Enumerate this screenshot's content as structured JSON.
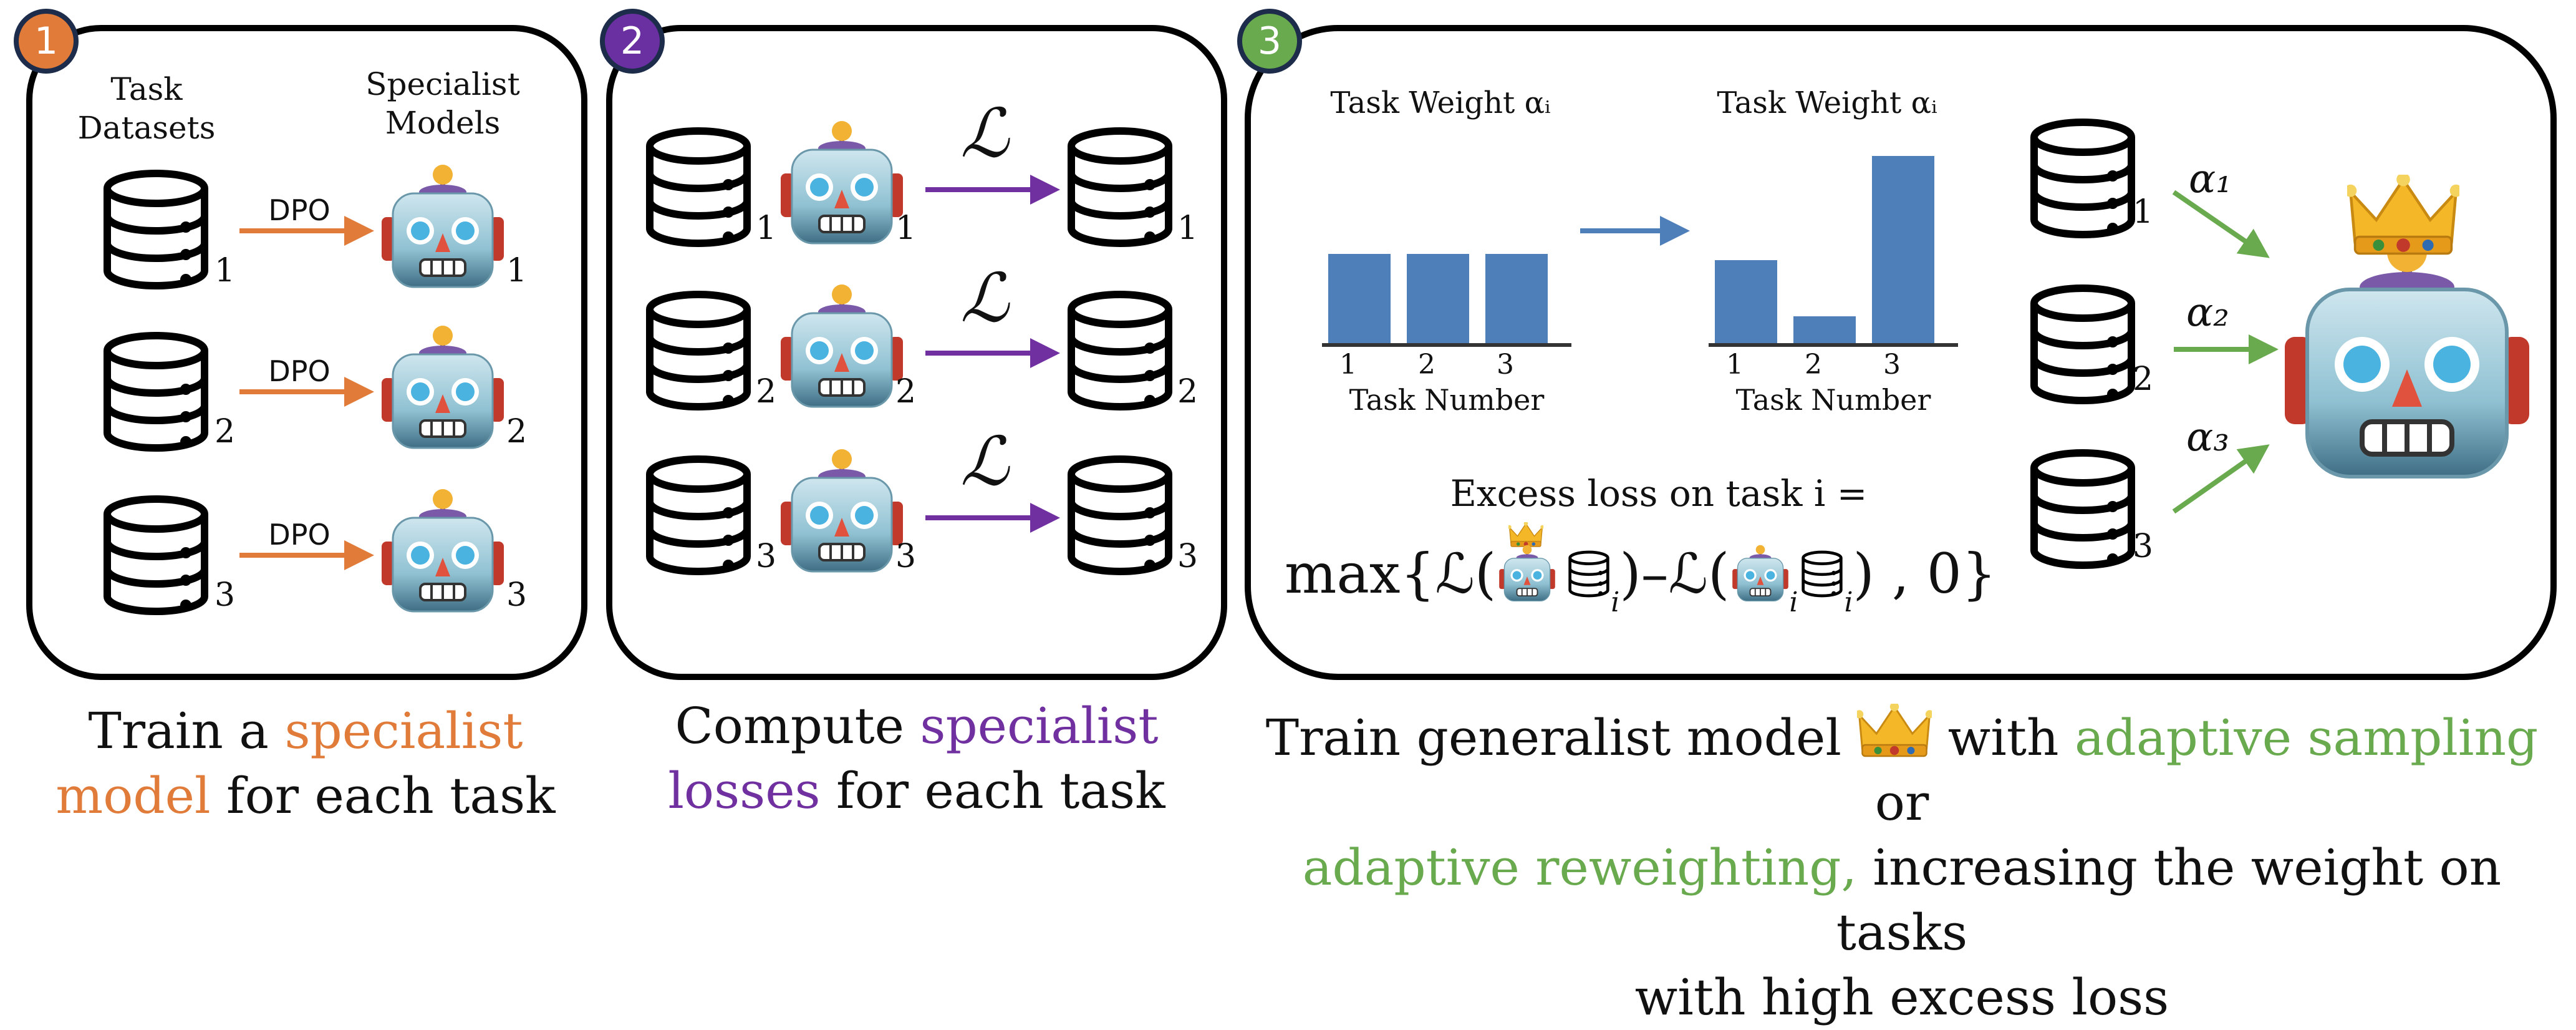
{
  "panels": [
    {
      "badge": "1",
      "badge_color": "#e07b39"
    },
    {
      "badge": "2",
      "badge_color": "#6a2fa0"
    },
    {
      "badge": "3",
      "badge_color": "#6aaa4f"
    }
  ],
  "panel1": {
    "col_left_title": "Task\nDatasets",
    "col_right_title": "Specialist\nModels",
    "arrow_label": "DPO",
    "rows": [
      {
        "db_sub": "1",
        "model_sub": "1"
      },
      {
        "db_sub": "2",
        "model_sub": "2"
      },
      {
        "db_sub": "3",
        "model_sub": "3"
      }
    ]
  },
  "panel2": {
    "loss_symbol": "ℒ",
    "rows": [
      {
        "db_sub": "1",
        "model_sub": "1",
        "out_sub": "1"
      },
      {
        "db_sub": "2",
        "model_sub": "2",
        "out_sub": "2"
      },
      {
        "db_sub": "3",
        "model_sub": "3",
        "out_sub": "3"
      }
    ]
  },
  "panel3": {
    "formula_title": "Excess loss on task i =",
    "formula_prefix": "max{ℒ(",
    "formula_mid": ")–ℒ(",
    "formula_suffix": ") , 0}",
    "formula_sub": "i",
    "weights": [
      {
        "symbol": "α₁",
        "db_sub": "1"
      },
      {
        "symbol": "α₂",
        "db_sub": "2"
      },
      {
        "symbol": "α₃",
        "db_sub": "3"
      }
    ]
  },
  "chart_data": [
    {
      "type": "bar",
      "title": "Task Weight αᵢ",
      "xlabel": "Task Number",
      "categories": [
        "1",
        "2",
        "3"
      ],
      "values": [
        1,
        1,
        1
      ],
      "ylim": [
        0,
        2.1
      ],
      "color": "#4f7fb8"
    },
    {
      "type": "bar",
      "title": "Task Weight αᵢ",
      "xlabel": "Task Number",
      "categories": [
        "1",
        "2",
        "3"
      ],
      "values": [
        0.93,
        0.3,
        2.1
      ],
      "ylim": [
        0,
        2.1
      ],
      "color": "#4f7fb8"
    }
  ],
  "captions": {
    "c1": {
      "a": "Train a ",
      "b": "specialist",
      "c": "model",
      "d": " for each task"
    },
    "c2": {
      "a": "Compute ",
      "b": "specialist",
      "c": "losses",
      "d": " for each task"
    },
    "c3": {
      "a": "Train generalist model ",
      "b": " with ",
      "c": "adaptive sampling",
      "d": " or",
      "e": "adaptive reweighting,",
      "f": " increasing the weight on tasks",
      "g": "with high excess loss"
    }
  },
  "colors": {
    "orange": "#e07b39",
    "purple": "#7030a0",
    "green": "#6aaa4f",
    "bar": "#4f7fb8",
    "robot": "#a9d3e0"
  }
}
